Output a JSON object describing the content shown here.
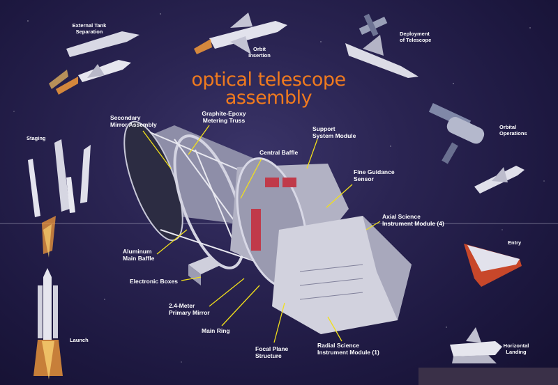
{
  "title": "optical telescope\nassembly",
  "labels": {
    "external_tank_separation": "External Tank\nSeparation",
    "orbit_insertion": "Orbit\nInsertion",
    "deployment_of_telescope": "Deployment\nof Telescope",
    "staging": "Staging",
    "orbital_operations": "Orbital\nOperations",
    "entry": "Entry",
    "launch": "Launch",
    "horizontal_landing": "Horizontal\nLanding",
    "secondary_mirror_assembly": "Secondary\nMirror Assembly",
    "graphite_epoxy_metering_truss": "Graphite-Epoxy\nMetering Truss",
    "support_system_module": "Support\nSystem Module",
    "central_baffle": "Central Baffle",
    "fine_guidance_sensor": "Fine Guidance\nSensor",
    "axial_science_instrument_module": "Axial Science\nInstrument Module (4)",
    "aluminum_main_baffle": "Aluminum\nMain Baffle",
    "electronic_boxes": "Electronic Boxes",
    "primary_mirror": "2.4-Meter\nPrimary Mirror",
    "main_ring": "Main Ring",
    "focal_plane_structure": "Focal Plane\nStructure",
    "radial_science_instrument_module": "Radial Science\nInstrument Module (1)"
  },
  "colors": {
    "title": "#f07a1e",
    "leader_line": "#f2e01a",
    "background": "#2a2452"
  }
}
